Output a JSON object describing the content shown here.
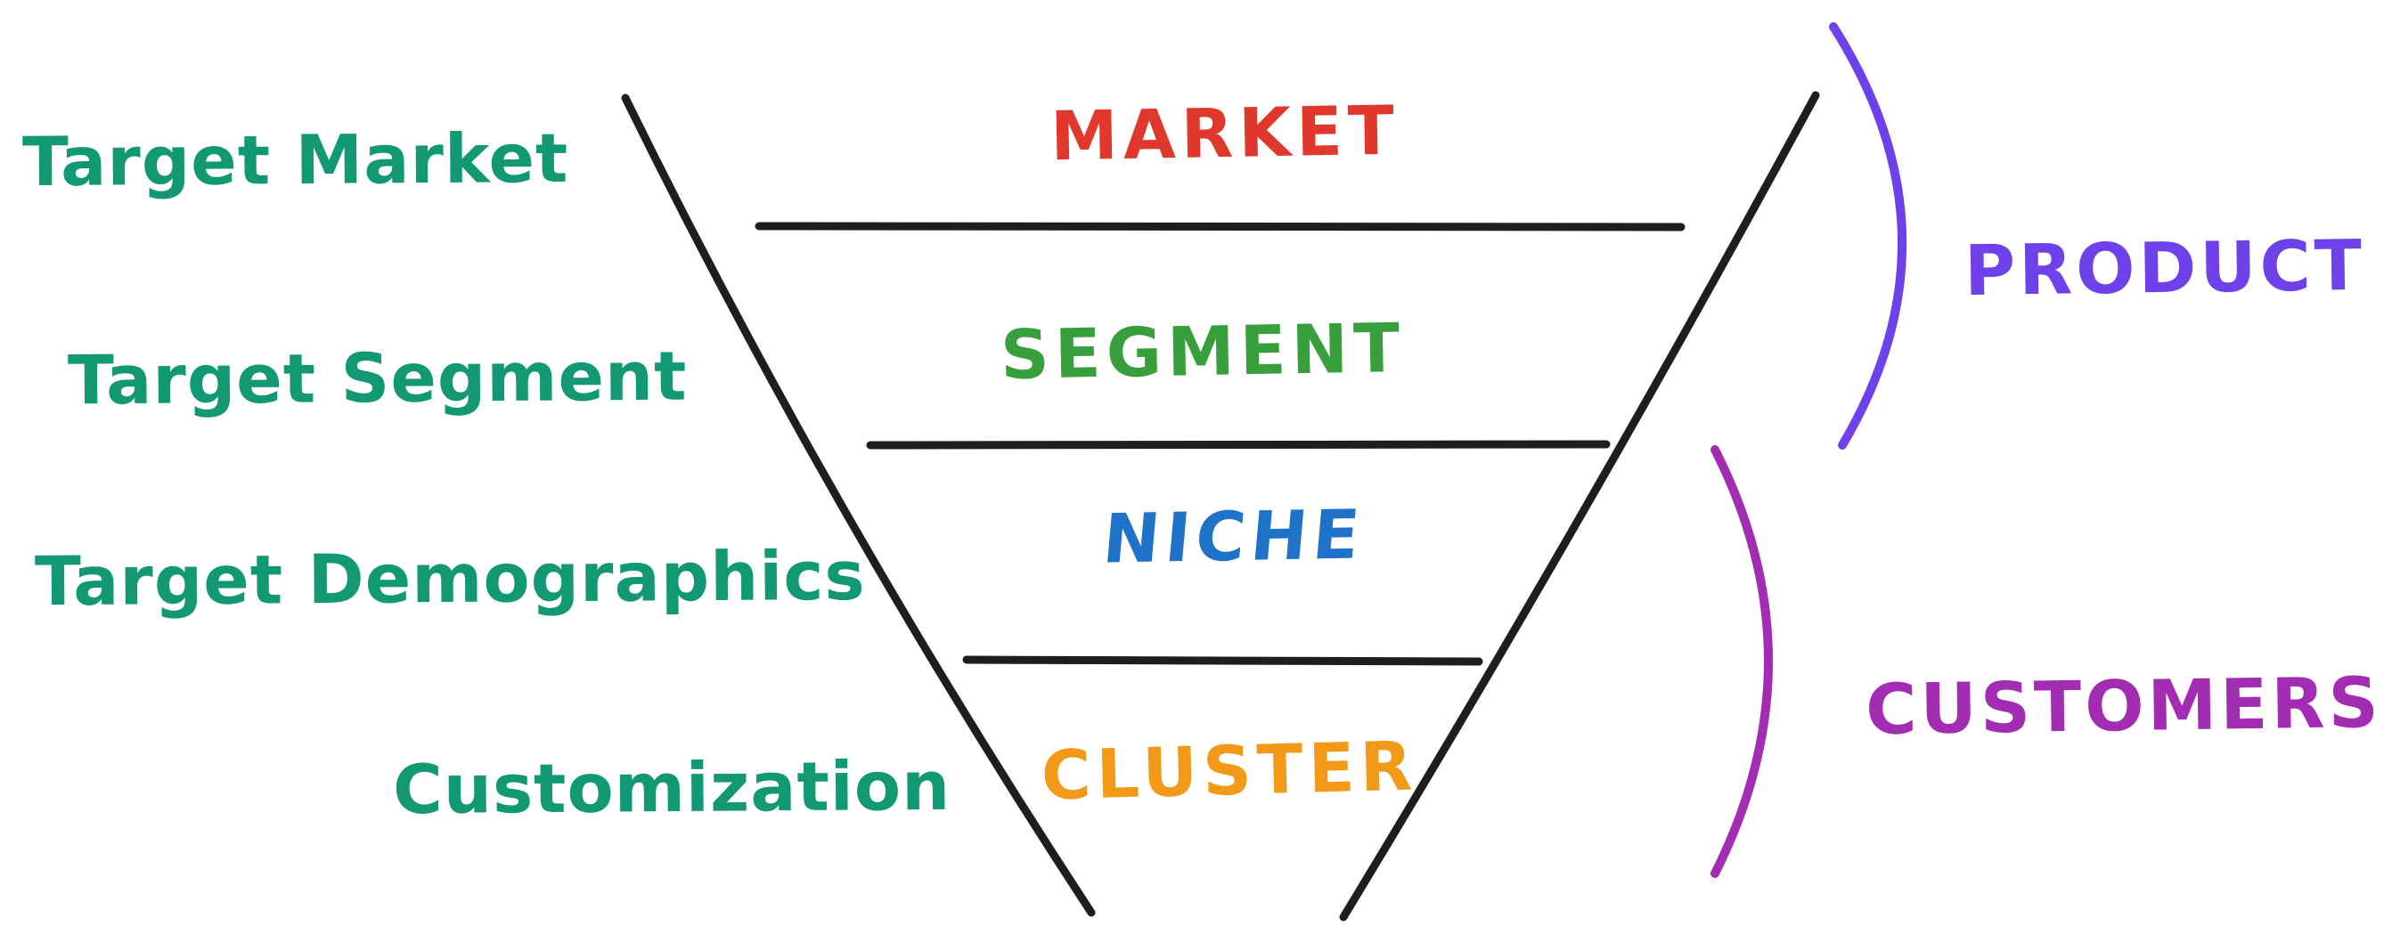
{
  "background": "#FFFFFF",
  "stroke": "#1E1E1E",
  "left_labels": [
    {
      "text": "Target Market",
      "color": "#129872"
    },
    {
      "text": "Target Segment",
      "color": "#129872"
    },
    {
      "text": "Target Demographics",
      "color": "#129872"
    },
    {
      "text": "Customization",
      "color": "#129872"
    }
  ],
  "funnel": {
    "levels": [
      {
        "label": "MARKET",
        "color": "#E1382D"
      },
      {
        "label": "SEGMENT",
        "color": "#37A03C"
      },
      {
        "label": "NICHE",
        "color": "#1E73C8"
      },
      {
        "label": "CLUSTER",
        "color": "#F29919"
      }
    ]
  },
  "right_brackets": [
    {
      "label": "PRODUCT",
      "color": "#6E41EB"
    },
    {
      "label": "CUSTOMERS",
      "color": "#A22DB2"
    }
  ]
}
